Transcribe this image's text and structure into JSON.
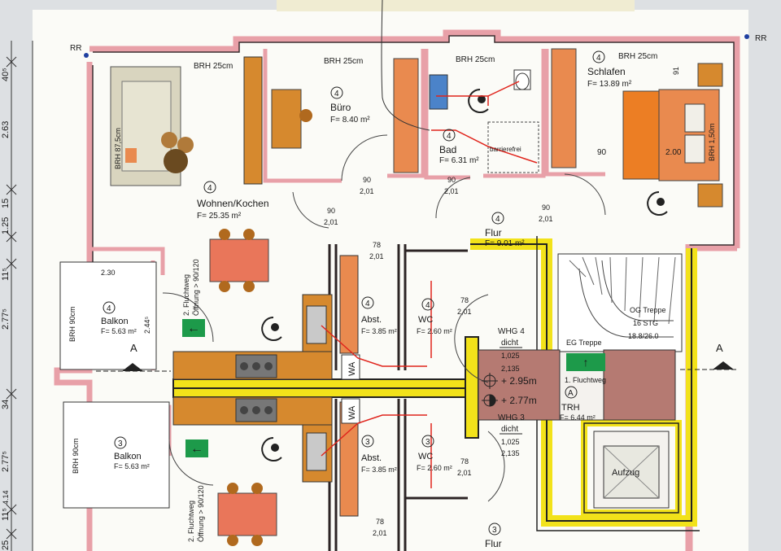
{
  "plan": {
    "corner_marks": [
      "RR",
      "RR"
    ],
    "dimensions_left": [
      "40⁵",
      "2.63",
      "15",
      "1.25",
      "11⁵",
      "2.77⁵",
      "34",
      "2.77⁵",
      "11⁵",
      "25",
      "4.14"
    ],
    "rooms": {
      "wohnen": {
        "num": "4",
        "name": "Wohnen/Kochen",
        "area": "F= 25.35 m²"
      },
      "buero": {
        "num": "4",
        "name": "Büro",
        "area": "F= 8.40 m²"
      },
      "bad": {
        "num": "4",
        "name": "Bad",
        "area": "F= 6.31 m²"
      },
      "schlafen": {
        "num": "4",
        "name": "Schlafen",
        "area": "F= 13.89 m²"
      },
      "flur4": {
        "num": "4",
        "name": "Flur",
        "area": "F= 9.01 m²"
      },
      "balkon4": {
        "num": "4",
        "name": "Balkon",
        "area": "F= 5.63 m²"
      },
      "abst4": {
        "num": "4",
        "name": "Abst.",
        "area": "F= 3.85 m²"
      },
      "wc4": {
        "num": "4",
        "name": "WC",
        "area": "F= 2.60 m²"
      },
      "balkon3": {
        "num": "3",
        "name": "Balkon",
        "area": "F= 5.63 m²"
      },
      "abst3": {
        "num": "3",
        "name": "Abst.",
        "area": "F= 3.85 m²"
      },
      "wc3": {
        "num": "3",
        "name": "WC",
        "area": "F= 2.60 m²"
      },
      "flur3": {
        "num": "3",
        "name": "Flur"
      },
      "trh": {
        "num": "A",
        "name": "TRH",
        "area": "F= 6.44 m²"
      }
    },
    "brh_labels": [
      "BRH 25cm",
      "BRH 25cm",
      "BRH 25cm",
      "BRH 25cm",
      "BRH 87,5cm",
      "BRH 1,50m",
      "BRH 90cm",
      "BRH 90cm"
    ],
    "door_labels": [
      {
        "w": "90",
        "h": "2,01"
      },
      {
        "w": "90",
        "h": "2,01"
      },
      {
        "w": "90",
        "h": "2,01"
      },
      {
        "w": "90",
        "h": "2,01"
      },
      {
        "w": "78",
        "h": "2,01"
      },
      {
        "w": "78",
        "h": "2,01"
      },
      {
        "w": "78",
        "h": "2,01"
      },
      {
        "w": "78",
        "h": "2,01"
      }
    ],
    "flat_doors": [
      {
        "label": "WHG 4",
        "dicht": "dicht",
        "w": "1,025",
        "h": "2,135"
      },
      {
        "label": "WHG 3",
        "dicht": "dicht",
        "w": "1,025",
        "h": "2,135"
      }
    ],
    "misc": {
      "barrierefrei": "barrierefrei",
      "dim_91": "91",
      "dim_90": "90",
      "dim_200": "2.00",
      "balkon_w": "2.30",
      "balkon_h": "2.44⁵",
      "fluchtweg2_top": "2. Fluchtweg",
      "oeffnung_top": "Öffnung > 90/120",
      "fluchtweg2_bot": "2. Fluchtweg",
      "oeffnung_bot": "Öffnung > 90/120",
      "og_treppe": "OG Treppe",
      "stg": "16 STG",
      "stg_dim": "18.8/26.0",
      "eg_treppe": "EG Treppe",
      "fluchtweg1": "1. Fluchtweg",
      "level_a": "+ 2.95m",
      "level_b": "+ 2.77m",
      "aufzug": "Aufzug",
      "wa": "WA",
      "section": "A"
    },
    "colors": {
      "paper": "#fbfbf7",
      "wall_pink": "#e8a0a8",
      "wall_dark": "#3a2f30",
      "yellow": "#f2e21a",
      "kitchen": "#d6892e",
      "furniture": "#e98a4f",
      "sofa": "#d9d5bf",
      "stair_floor": "#b57a72",
      "exit_green": "#1d9a4a",
      "red_line": "#e0241c"
    }
  }
}
